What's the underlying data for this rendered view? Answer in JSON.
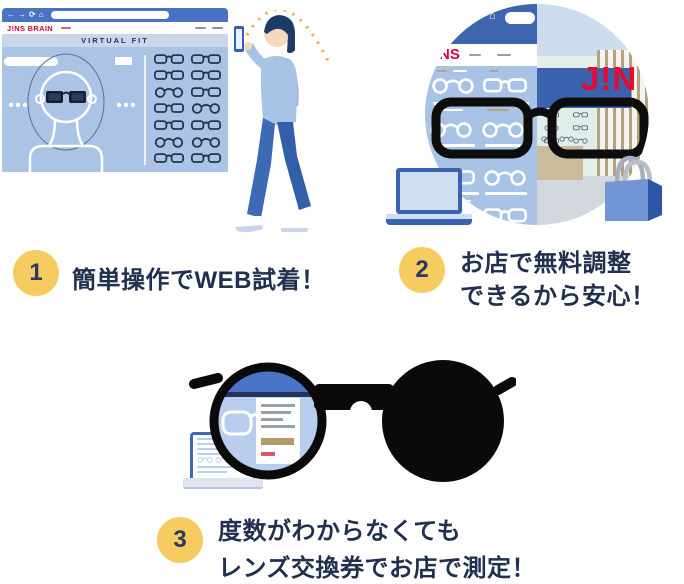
{
  "browser_window": {
    "brand_logo": "J!NS BRAIN",
    "banner_title": "VIRTUAL FIT",
    "nav_icons": {
      "back": "←",
      "forward": "→",
      "refresh": "⟳",
      "home": "⌂"
    }
  },
  "store_circle": {
    "website_logo_fragment": "NS",
    "store_sign_fragment": "J!N",
    "home_icon_glyph": "⌂"
  },
  "steps": [
    {
      "number": "1",
      "lines": [
        "簡単操作でWEB試着！"
      ]
    },
    {
      "number": "2",
      "lines": [
        "お店で無料調整",
        "できるから安心！"
      ]
    },
    {
      "number": "3",
      "lines": [
        "度数がわからなくても",
        "レンズ交換券でお店で測定！"
      ]
    }
  ],
  "colors": {
    "accent_yellow": "#f6cb5f",
    "navy_text": "#21304f",
    "jins_red": "#d6043c",
    "store_sign_red": "#e60a2e",
    "browser_chrome_blue": "#4a72c3",
    "page_light_blue": "#abc3e4",
    "banner_bar_blue": "#c9d6ec",
    "store_band_blue": "#3a62ad",
    "stripe_tan": "#b3a183",
    "counter_tan": "#cbbb9d",
    "floor_gray": "#d3d8de",
    "bag_blue": "#7295d4",
    "glasses_black": "#0d0d0d"
  }
}
